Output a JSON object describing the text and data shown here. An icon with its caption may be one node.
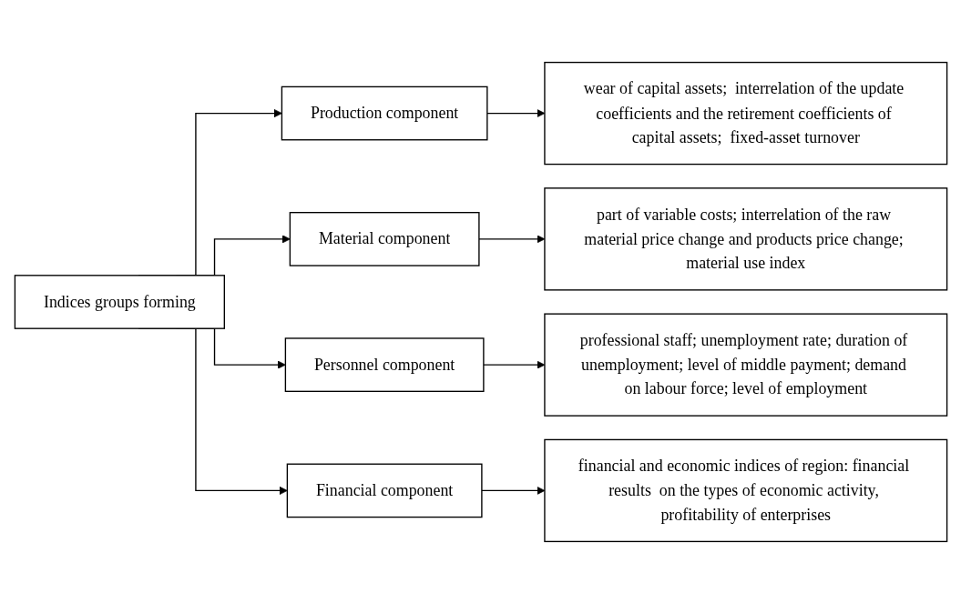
{
  "diagram": {
    "nodes": [
      {
        "text": [
          "Indices groups forming"
        ]
      },
      {
        "text": [
          "Production component"
        ]
      },
      {
        "text": [
          "wear of capital assets;  interrelation of the update coefficients and the retirement coefficients of capital assets;  fixed-asset turnover"
        ]
      },
      {
        "text": [
          "Material component"
        ]
      },
      {
        "text": [
          "part of variable costs; interrelation of the raw material price change and products price change; material use index"
        ]
      },
      {
        "text": [
          "Personnel component"
        ]
      },
      {
        "text": [
          "professional staff; unemployment rate; duration of unemployment; level of middle payment; demand on labour force; level of employment"
        ]
      },
      {
        "text": [
          "Financial component"
        ]
      },
      {
        "text": [
          "financial and economic indices of region: financial results  on the types of economic activity, profitability of enterprises"
        ]
      }
    ],
    "edges": [
      {
        "from": 0,
        "to": 1,
        "arrow": "to"
      },
      {
        "from": 0,
        "to": 3,
        "arrow": "to"
      },
      {
        "from": 0,
        "to": 5,
        "arrow": "to"
      },
      {
        "from": 0,
        "to": 7,
        "arrow": "to"
      },
      {
        "from": 1,
        "to": 2,
        "arrow": "to"
      },
      {
        "from": 3,
        "to": 4,
        "arrow": "to"
      },
      {
        "from": 5,
        "to": 6,
        "arrow": "to"
      },
      {
        "from": 7,
        "to": 8,
        "arrow": "to"
      }
    ]
  }
}
